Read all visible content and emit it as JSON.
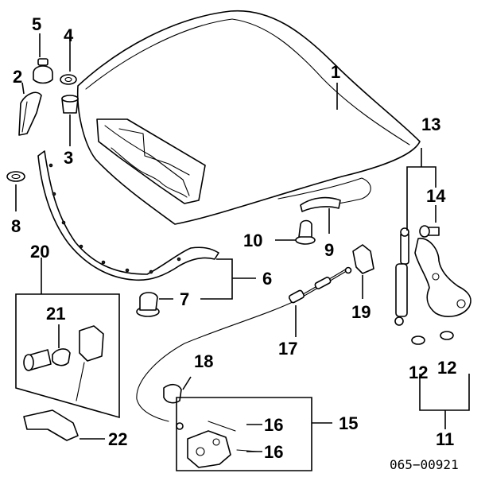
{
  "diagram": {
    "callouts": {
      "hood": "1",
      "seal_front_left": "2",
      "bumper_lower": "3",
      "washer_small": "4",
      "bumper_upper": "5",
      "seal_front": "6",
      "cushion": "7",
      "grommet": "8",
      "hinge_bracket": "9",
      "stopper": "10",
      "bushing_left": "12",
      "bushing_right": "12",
      "hinge_group": "11",
      "support_group": "13",
      "bolt": "14",
      "lock_group": "15",
      "spring_upper": "16",
      "spring_lower": "16",
      "release_cable": "17",
      "cable_clamp": "18",
      "cable_holder": "19",
      "hood_lock_group": "20",
      "lock_bolt": "21",
      "release_lever": "22"
    },
    "catalog_code": "065−00921"
  }
}
